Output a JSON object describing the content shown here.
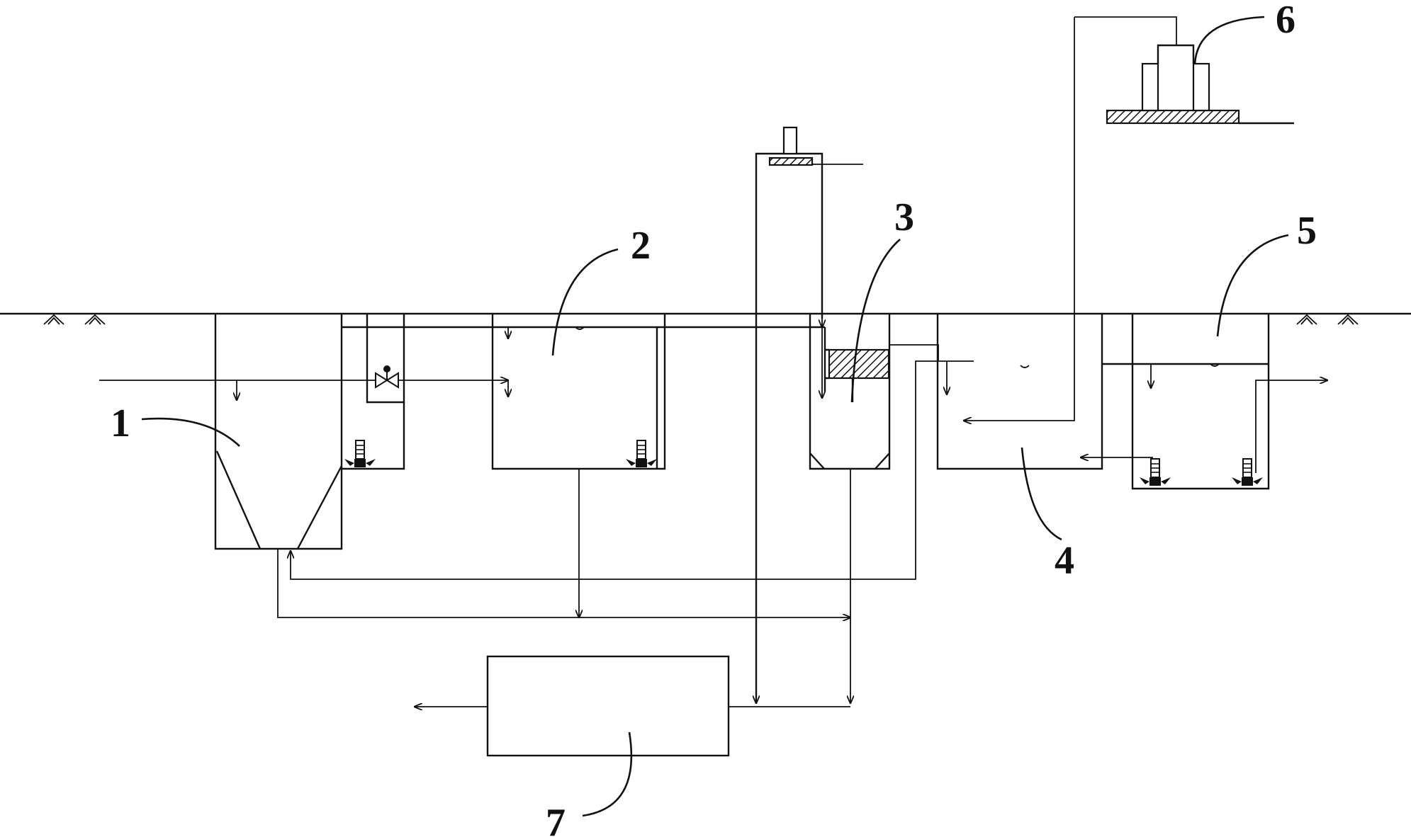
{
  "labels": {
    "unit1": "1",
    "unit2": "2",
    "unit3": "3",
    "unit4": "4",
    "unit5": "5",
    "unit6": "6",
    "unit7": "7"
  },
  "colors": {
    "line": "#111111",
    "background": "#ffffff"
  },
  "icons": [
    "submersible-pump-icon",
    "valve-icon",
    "ground-symbol-icon",
    "flow-arrow-icon",
    "hatched-plate-icon"
  ]
}
